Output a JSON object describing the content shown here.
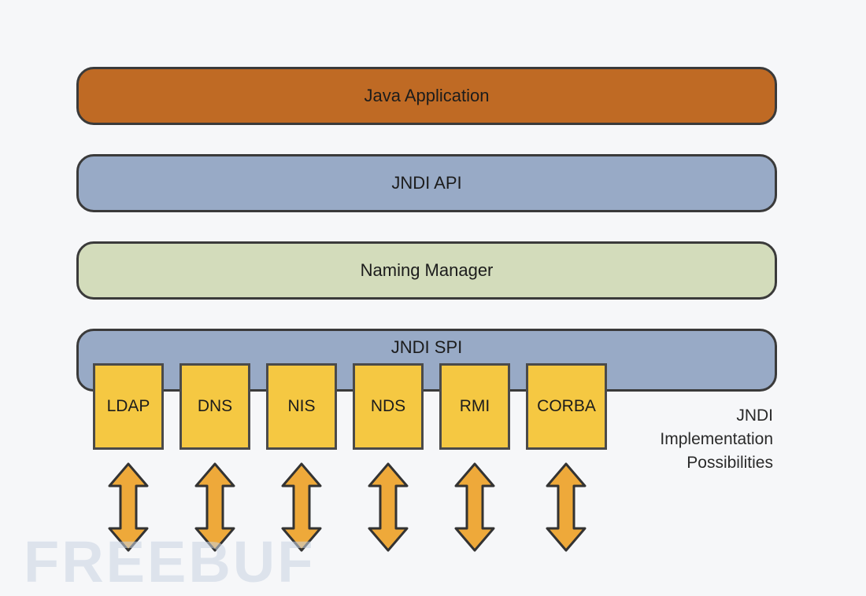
{
  "layers": {
    "application": "Java Application",
    "api": "JNDI API",
    "naming_manager": "Naming Manager",
    "spi": "JNDI SPI"
  },
  "implementations": [
    "LDAP",
    "DNS",
    "NIS",
    "NDS",
    "RMI",
    "CORBA"
  ],
  "caption": [
    "JNDI",
    "Implementation",
    "Possibilities"
  ],
  "watermark": "FREEBUF",
  "colors": {
    "application": "#bf6a24",
    "api": "#98aac6",
    "naming_manager": "#d3dcbb",
    "spi": "#98aac6",
    "implementation": "#f5c842",
    "arrow": "#eea93a"
  }
}
